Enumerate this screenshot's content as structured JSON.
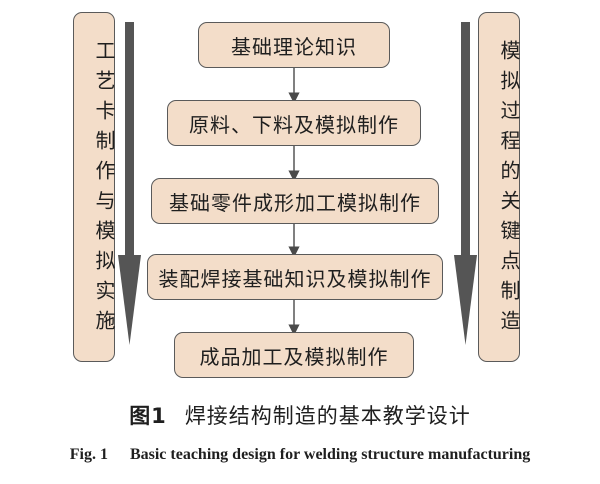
{
  "left_label": "工艺卡制作与模拟实施",
  "right_label": "模拟过程的关键点制造",
  "steps": [
    "基础理论知识",
    "原料、下料及模拟制作",
    "基础零件成形加工模拟制作",
    "装配焊接基础知识及模拟制作",
    "成品加工及模拟制作"
  ],
  "caption": {
    "cn_number": "图1",
    "cn_title": "焊接结构制造的基本教学设计",
    "en_number": "Fig. 1",
    "en_title": "Basic teaching design for welding structure manufacturing"
  },
  "colors": {
    "box_fill": "#f3ddc9",
    "border": "#5a5a5a",
    "arrow": "#4a4a4a"
  }
}
